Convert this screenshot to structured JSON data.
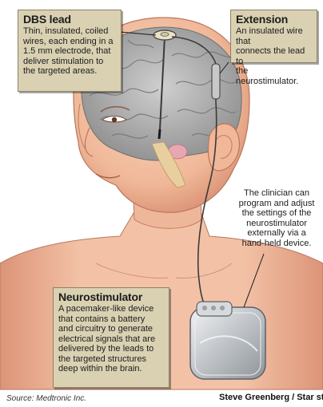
{
  "callouts": {
    "dbs_lead": {
      "title": "DBS lead",
      "body": "Thin, insulated, coiled\nwires, each ending in a\n1.5 mm electrode,  that\ndeliver stimulation to\nthe targeted areas."
    },
    "extension": {
      "title": "Extension",
      "body": "An insulated wire that\nconnects the lead to\nthe neurostimulator."
    },
    "neurostimulator": {
      "title": "Neurostimulator",
      "body": "A pacemaker-like device\nthat contains a battery\nand circuitry to generate\nelectrical signals that are\ndelivered by the leads to\nthe targeted structures\ndeep within the brain."
    }
  },
  "clinician_note": "The clinician can\nprogram and adjust\nthe settings of the\nneurostimulator\nexternally via a\nhand-held device.",
  "footer": {
    "source": "Source: Medtronic Inc.",
    "credit": "Steve Greenberg / Star sta"
  },
  "colors": {
    "callout_bg": "#d9d1b2",
    "skin": "#f3c2a6",
    "skin_shadow": "#d98f73",
    "brain": "#b9b9b9",
    "device": "#c9cccf"
  }
}
